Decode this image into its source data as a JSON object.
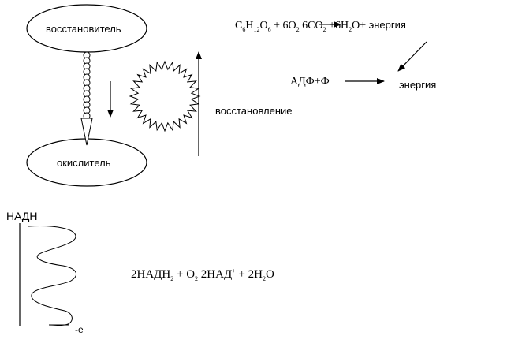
{
  "diagram": {
    "reducer_label": "восстановитель",
    "oxidizer_label": "окислитель",
    "reduction_label": "восстановление",
    "nadh_label": "НАДН",
    "electron_label": "-е",
    "glucose_equation": {
      "c": "C",
      "c_sub": "6",
      "h": "H",
      "h_sub": "12",
      "o": "O",
      "o_sub": "6",
      "plus_o2": "+ 6O",
      "o2_sub": "2",
      "co2": "6CO",
      "co2_sub": "2",
      "plus_h2o": "+6H",
      "h2o_sub": "2",
      "h2o_tail": "O+",
      "energy": "энергия"
    },
    "adp_equation": "АДФ+Ф",
    "adp_energy": "энергия",
    "nadh_equation": {
      "part1": "2НАДН",
      "sub1": "2",
      "part2": " + O",
      "sub2": "2",
      "part3": " 2НАД",
      "sup3": "+",
      "part4": " + 2H",
      "sub4": "2",
      "part5": "O"
    }
  }
}
